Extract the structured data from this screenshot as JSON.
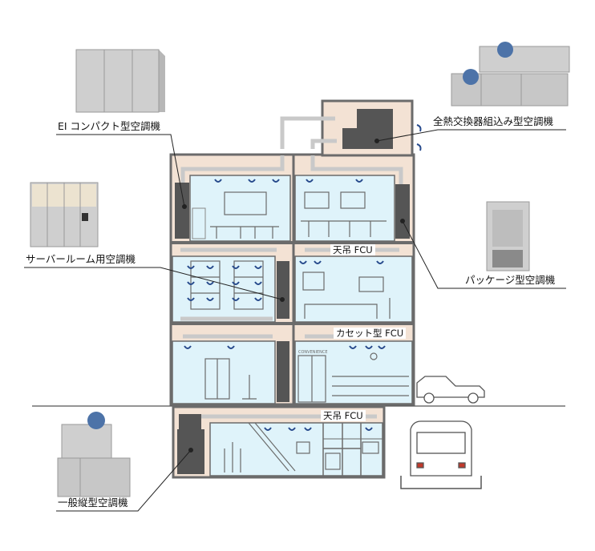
{
  "labels": {
    "ei_compact": "EI コンパクト型空調機",
    "total_heat": "全熱交換器組込み型空調機",
    "server_room": "サーバールーム用空調機",
    "package": "パッケージ型空調機",
    "vertical": "一般縦型空調機"
  },
  "zones": {
    "ceiling_fcu_upper": "天吊 FCU",
    "cassette_fcu": "カセット型 FCU",
    "ceiling_fcu_lower": "天吊 FCU",
    "shop_sign": "CONVENIENCE"
  },
  "colors": {
    "room_fill": "#dff3fa",
    "floor_fill": "#f3e2d4",
    "duct": "#c9c9c9",
    "structure": "#6b6b6b",
    "outlet_arrow": "#274a8c",
    "unit_dark": "#555555"
  }
}
